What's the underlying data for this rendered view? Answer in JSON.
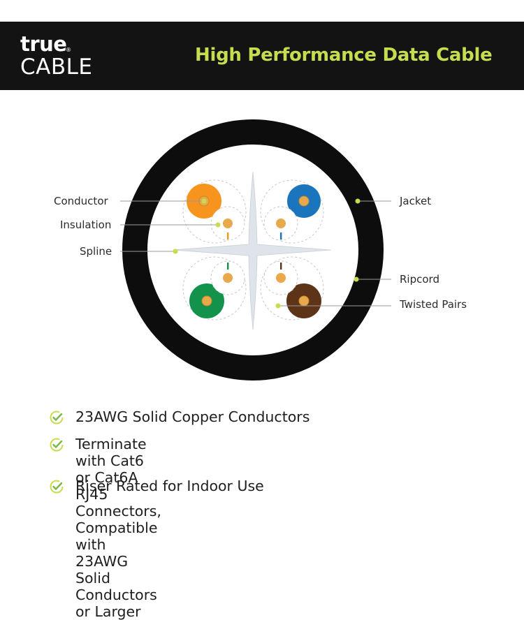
{
  "brand": {
    "logo_top": "true",
    "logo_reg": "®",
    "logo_bottom": "CABLE",
    "title": "High Performance Data Cable",
    "title_color": "#c7dc4e",
    "banner_color": "#131313"
  },
  "diagram": {
    "labels": {
      "conductor": "Conductor",
      "insulation": "Insulation",
      "spline": "Spline",
      "jacket": "Jacket",
      "ripcord": "Ripcord",
      "twisted_pairs": "Twisted Pairs"
    },
    "colors": {
      "jacket": "#0d0d0d",
      "pair_orange": "#f7941d",
      "pair_blue": "#1b75bc",
      "pair_green": "#12924a",
      "pair_brown": "#5e3418",
      "copper": "#e7a94b",
      "marker": "#c7dc4e"
    }
  },
  "features": [
    {
      "text": "23AWG Solid Copper Conductors"
    },
    {
      "text": "Terminate with Cat6 or Cat6A RJ45 Connectors,\nCompatible with 23AWG Solid Conductors or Larger"
    },
    {
      "text": "Riser Rated for Indoor Use"
    }
  ]
}
